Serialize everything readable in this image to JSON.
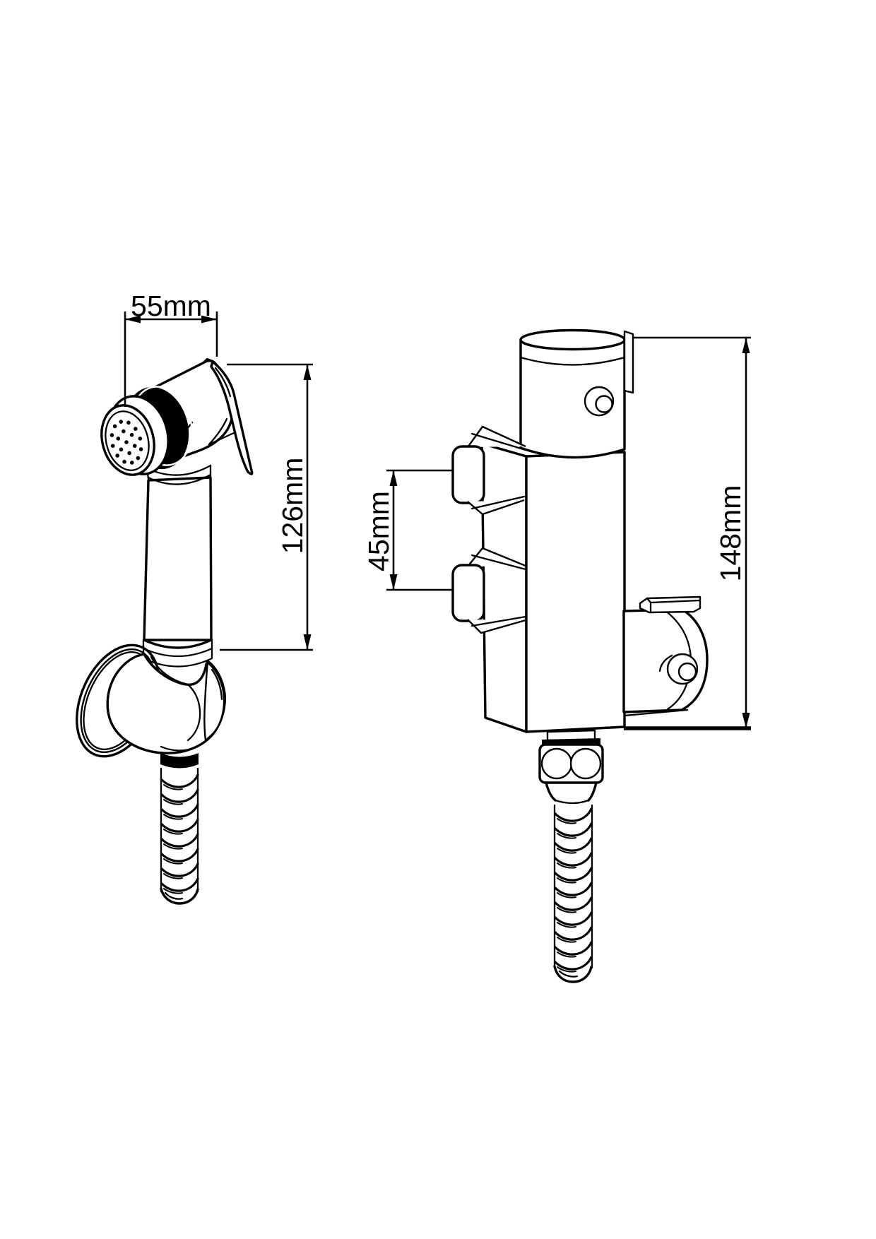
{
  "drawing": {
    "type": "technical-line-drawing",
    "subject": "hand spray with wall bracket and thermostatic valve unit, two views with hoses",
    "background_color": "#ffffff",
    "line_color": "#000000"
  },
  "dimensions": {
    "head_width": "55mm",
    "spray_length": "126mm",
    "port_spacing": "45mm",
    "valve_height": "148mm"
  }
}
